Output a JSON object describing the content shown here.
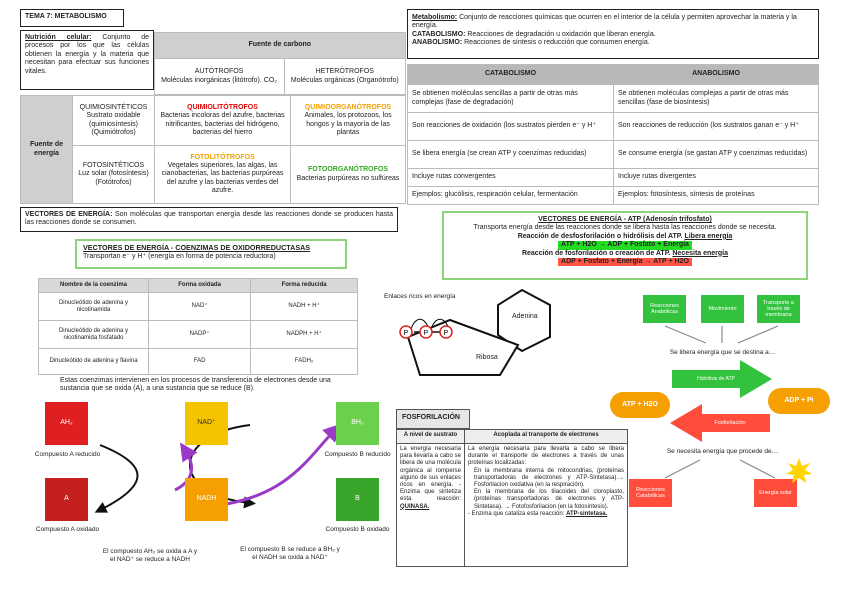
{
  "title": "TEMA 7: METABOLISMO",
  "nutricion": {
    "label": "Nutrición celular:",
    "text": " Conjunto de procesos por los que las células obtienen la energía y la materia que necesitan para efectuar sus funciones vitales."
  },
  "carbon_table": {
    "header": "Fuente de carbono",
    "side": "Fuente de energía",
    "auto_title": "AUTÓTROFOS",
    "auto_desc": "Moléculas inorgánicas (litótrofo). CO₂",
    "hetero_title": "HETERÓTROFOS",
    "hetero_desc": "Moléculas orgánicas (Organótrofo)",
    "quimio_title": "QUIMIOSINTÉTICOS",
    "quimio_desc": "Sustrato oxidable (quimiosíntesis) (Quimiótrofos)",
    "foto_title": "FOTOSINTÉTICOS",
    "foto_desc": "Luz solar (fotosíntesis) (Fotótrofos)",
    "ql_title": "QUIMIOLITÓTROFOS",
    "ql_desc": "Bacterias incoloras del azufre, bacterias nitrificantes, bacterias del hidrógeno, bacterias del hierro",
    "qo_title": "QUIMIOORGANÓTROFOS",
    "qo_desc": "Animales, los protozoos, los hongos y la mayoría de las plantas",
    "fl_title": "FOTOLITÓTROFOS",
    "fl_desc": "Vegetales superiores, las algas, las cianobacterias, las bacterias purpúreas del azufre y las bacterias verdes del azufre.",
    "fo_title": "FOTOORGANÓTROFOS",
    "fo_desc": "Bacterias purpúreas no sulfúreas"
  },
  "vectores_def": {
    "label": "VECTORES DE ENERGÍA:",
    "text": " Son moléculas que transportan energía desde las reacciones donde se producen hasta las reacciones donde se consumen."
  },
  "metabolismo_def": {
    "l1": "Metabolismo:",
    "t1": " Conjunto de reacciones químicas que ocurren en el interior de la célula y permiten aprovechar la materia y la energía.",
    "l2": "CATABOLISMO:",
    "t2": " Reacciones de degradación u oxidación que liberan energía.",
    "l3": "ANABOLISMO:",
    "t3": " Reacciones de síntesis o reducción que consumen energía."
  },
  "cat_ana": {
    "h1": "CATABOLISMO",
    "h2": "ANABOLISMO",
    "rows": [
      [
        "Se obtienen moléculas sencillas a partir de otras más complejas (fase de degradación)",
        "Se obtienen moléculas complejas a partir de otras más sencillas (fase de biosíntesis)"
      ],
      [
        "Son reacciones de oxidación (los sustratos pierden e⁻ y H⁺",
        "Son reacciones de reducción (los sustratos ganan e⁻ y H⁺"
      ],
      [
        "Se libera energía (se crean ATP y coenzimas reducidas)",
        "Se consume energía (se gastan ATP y coenzimas reducidas)"
      ],
      [
        "Incluye rutas convergentes",
        "Incluye rutas divergentes"
      ],
      [
        "Ejemplos: glucólisis, respiración celular, fermentación",
        "Ejemplos: fotosíntesis, síntesis de proteínas"
      ]
    ]
  },
  "coenz": {
    "title": "VECTORES DE ENERGÍA - COENZIMAS DE OXIDORREDUCTASAS",
    "sub": "Transportan e⁻ y H⁺ (energía en forma de potencia reductora)",
    "headers": [
      "Nombre de la coenzima",
      "Forma oxidada",
      "Forma reducida"
    ],
    "rows": [
      [
        "Dinucleótido de adenina y nicotinamida",
        "NAD⁺",
        "NADH + H⁺"
      ],
      [
        "Dinucleótido de adenina y nicotinamida fosfatado",
        "NADP⁺",
        "NADPH + H⁺"
      ],
      [
        "Dinucleótido de adenina y flavina",
        "FAD",
        "FADH₂"
      ]
    ],
    "note": "Estas coenzimas intervienen en los procesos de transferencia de electrones desde una sustancia que se oxida (A), a una sustancia que se reduce (B)."
  },
  "redox": {
    "ah2": "AH₂",
    "a": "A",
    "nad": "NAD⁺",
    "nadh": "NADH",
    "bh2": "BH₂",
    "b": "B",
    "ah2_lbl": "Compuesto A reducido",
    "a_lbl": "Compuesto A oxidado",
    "bh2_lbl": "Compuesto B reducido",
    "b_lbl": "Compuesto B oxidado",
    "cap1a": "El compuesto AH₂ se oxida a A y",
    "cap1b": "el NAD⁺ se reduce a NADH",
    "cap2a": "El compuesto B se reduce a BH₂ y",
    "cap2b": "el NADH se oxida a NAD⁺"
  },
  "atp_box": {
    "title": "VECTORES DE ENERGÍA - ATP (Adenosín trifosfato)",
    "l1": "Transporta energía desde las reacciones donde se libera hasta las reacciones donde se necesita.",
    "l2": "Reacción de desfosforilación o hidrólisis del ATP.",
    "l2b": "Libera energía",
    "eq1": "ATP + H2O → ADP + Fosfato + Energía",
    "l3": "Reacción de fosforilación o creación de ATP.",
    "l3b": "Necesita energía",
    "eq2": "ADP + Fosfato + Energía → ATP + H2O"
  },
  "molecule": {
    "enlaces": "Enlaces ricos en energía",
    "adenina": "Adenina",
    "ribosa": "Ribosa",
    "p": "P"
  },
  "cycle": {
    "b1": "Reacciones Anabólicas",
    "b2": "Movimiento",
    "b3": "Transporte a través de membrana",
    "libera": "Se libera energía que se destina a…",
    "hidrolisis": "Hidrólisis de ATP",
    "atp_h2o": "ATP + H2O",
    "adp_pi": "ADP + Pi",
    "fosforilacion": "Fosforilación",
    "necesita": "Se necesita energía que procede de…",
    "r1": "Reacciones Catabólicas",
    "r2": "Energía solar"
  },
  "fosfo": {
    "title": "FOSFORILACIÓN",
    "h1": "A nivel de sustrato",
    "h2": "Acoplada al transporte de electrones",
    "c1": "La energía necesaria para llevarla a cabo se libera de una molécula orgánica al romperse alguno de sus enlaces ricos en energía. - Enzima que sintetiza esta reacción:",
    "c1b": "QUINASA.",
    "c2a": "La energía necesaria para llevarla a cabo se libera durante el transporte de electrones a través de unas proteínas localizadas:",
    "c2b": "En la membrana interna de mitocondrias, (proteínas transportadoras de electrones y ATP-Sintetasa).→ Fosforilacion oxidativa (en la respiración).",
    "c2c": "En la membrana de los tilacoides del cloroplasto, (proteínas transportadoras de electrones y ATP-Sintetasa). → Fotofosforilacion (en la fotosíntesis).",
    "c2d": "- Enzima que cataliza esta reacción:",
    "c2e": "ATP-sintetasa."
  }
}
